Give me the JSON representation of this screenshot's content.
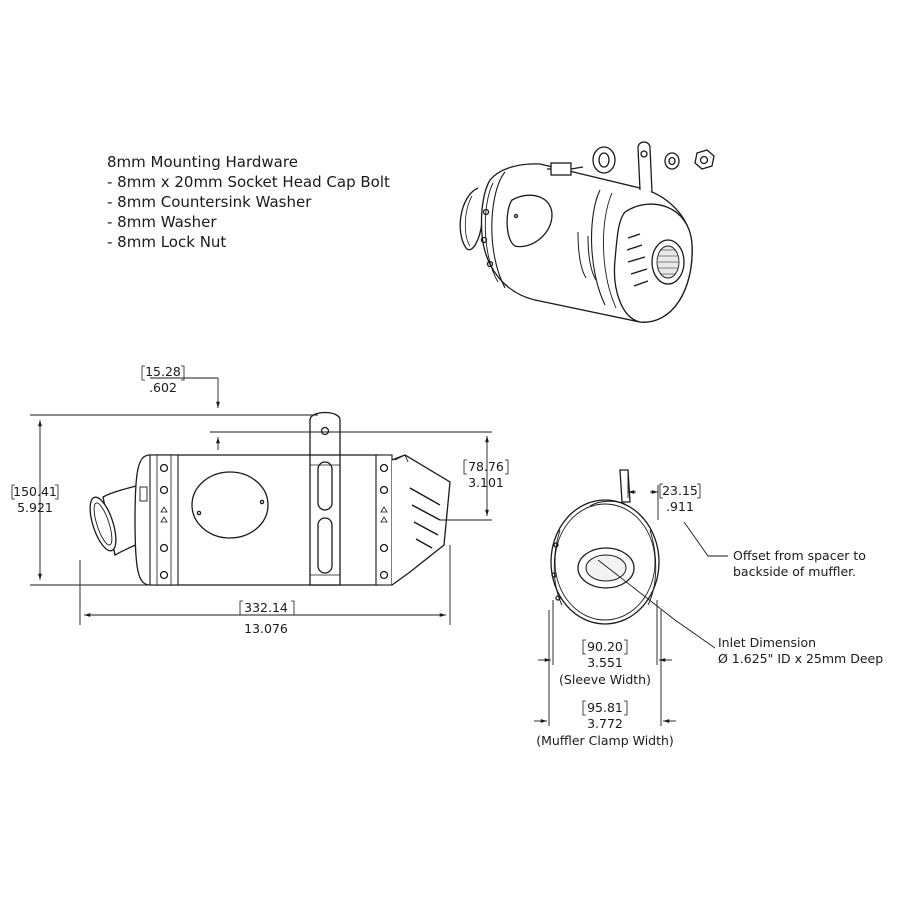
{
  "hardware": {
    "heading": "8mm Mounting Hardware",
    "items": [
      "- 8mm x 20mm Socket Head Cap Bolt",
      "- 8mm Countersink Washer",
      "- 8mm Washer",
      "- 8mm Lock Nut"
    ]
  },
  "side_view": {
    "offset_top": {
      "mm": "15.28",
      "in": ".602"
    },
    "overall_height": {
      "mm": "150.41",
      "in": "5.921"
    },
    "bracket_height": {
      "mm": "78.76",
      "in": "3.101"
    },
    "overall_length": {
      "mm": "332.14",
      "in": "13.076"
    }
  },
  "end_view": {
    "spacer_offset": {
      "mm": "23.15",
      "in": ".911"
    },
    "spacer_note": [
      "Offset from spacer to",
      "backside of muffler."
    ],
    "inlet_note": [
      "Inlet Dimension",
      "Ø 1.625\" ID x 25mm Deep"
    ],
    "sleeve_width": {
      "mm": "90.20",
      "in": "3.551",
      "label": "(Sleeve Width)"
    },
    "clamp_width": {
      "mm": "95.81",
      "in": "3.772",
      "label": "(Muffler Clamp Width)"
    }
  }
}
